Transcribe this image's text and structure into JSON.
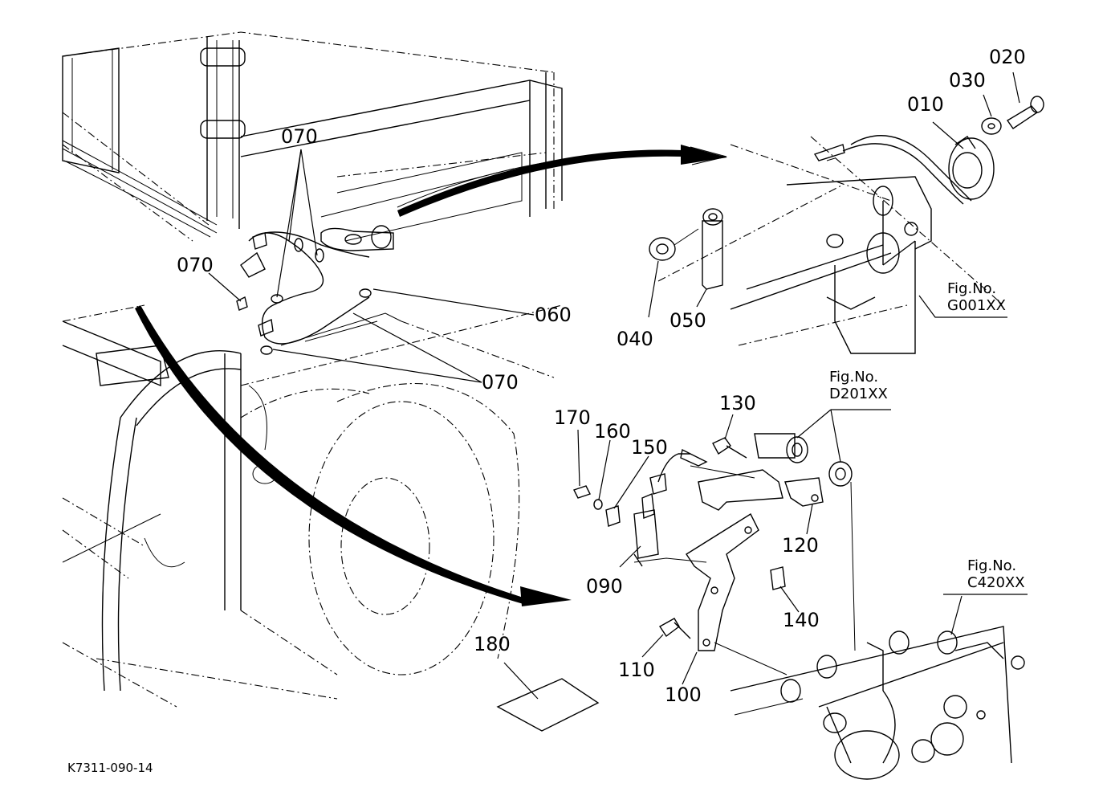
{
  "labels": {
    "p010": "010",
    "p020": "020",
    "p030": "030",
    "p040": "040",
    "p050": "050",
    "p060": "060",
    "p070_top": "070",
    "p070_left": "070",
    "p070_bottom": "070",
    "p090": "090",
    "p100": "100",
    "p110": "110",
    "p120": "120",
    "p130": "130",
    "p140": "140",
    "p150": "150",
    "p160": "160",
    "p170": "170",
    "p180": "180"
  },
  "figures": {
    "g001": {
      "caption": "Fig.No.",
      "number": "G001XX"
    },
    "d201": {
      "caption": "Fig.No.",
      "number": "D201XX"
    },
    "c420": {
      "caption": "Fig.No.",
      "number": "C420XX"
    }
  },
  "drawing_code": "K7311-090-14"
}
